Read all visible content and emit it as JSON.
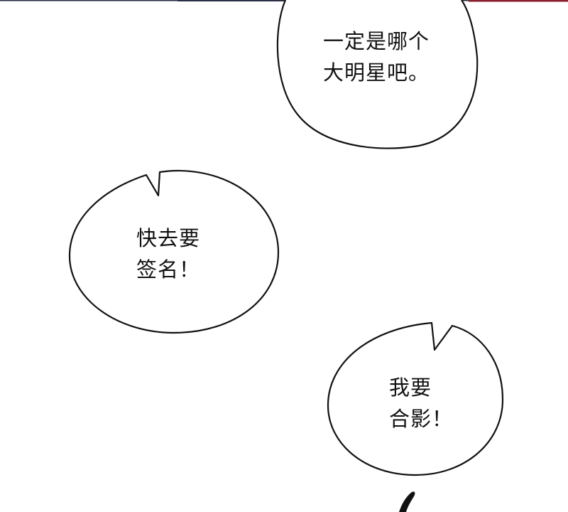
{
  "colors": {
    "background": "#ffffff",
    "ink": "#111111",
    "strip_left": "#2b2f45",
    "strip_right": "#8a1f2e"
  },
  "bubbles": [
    {
      "lines": [
        "一定是哪个",
        "大明星吧。"
      ]
    },
    {
      "lines": [
        "快去要",
        "签名！"
      ]
    },
    {
      "lines": [
        "我要",
        "合影！"
      ]
    }
  ]
}
